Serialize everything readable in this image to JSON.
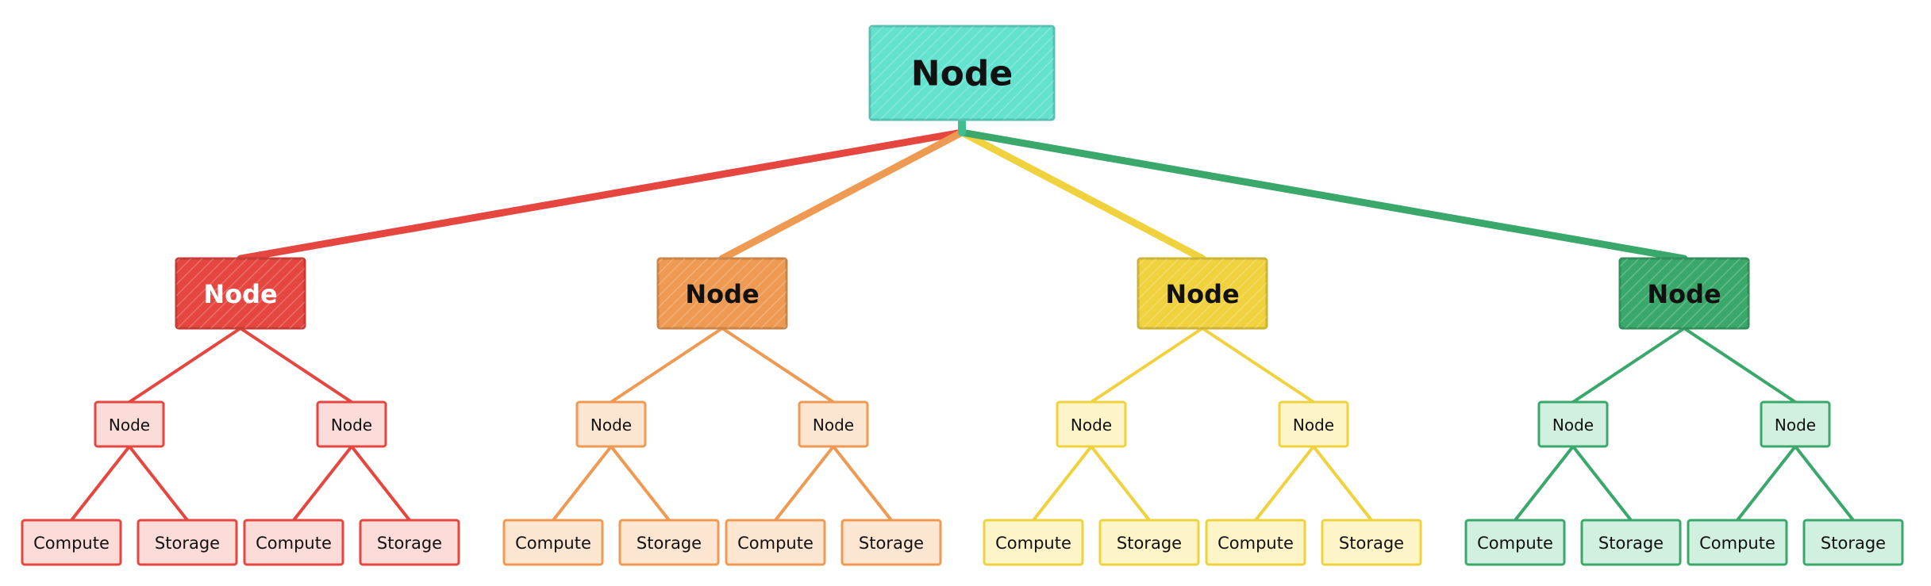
{
  "root": {
    "label": "Node",
    "color": "#64e2d0"
  },
  "branches": [
    {
      "label": "Node",
      "color": "#e5463f",
      "pale": "#fbdcd9",
      "children": [
        {
          "label": "Node",
          "leaves": [
            "Compute",
            "Storage"
          ]
        },
        {
          "label": "Node",
          "leaves": [
            "Compute",
            "Storage"
          ]
        }
      ]
    },
    {
      "label": "Node",
      "color": "#ee9a52",
      "pale": "#fde6d1",
      "children": [
        {
          "label": "Node",
          "leaves": [
            "Compute",
            "Storage"
          ]
        },
        {
          "label": "Node",
          "leaves": [
            "Compute",
            "Storage"
          ]
        }
      ]
    },
    {
      "label": "Node",
      "color": "#efd23e",
      "pale": "#fdf4c8",
      "children": [
        {
          "label": "Node",
          "leaves": [
            "Compute",
            "Storage"
          ]
        },
        {
          "label": "Node",
          "leaves": [
            "Compute",
            "Storage"
          ]
        }
      ]
    },
    {
      "label": "Node",
      "color": "#39a86a",
      "pale": "#d2f0df",
      "children": [
        {
          "label": "Node",
          "leaves": [
            "Compute",
            "Storage"
          ]
        },
        {
          "label": "Node",
          "leaves": [
            "Compute",
            "Storage"
          ]
        }
      ]
    }
  ]
}
